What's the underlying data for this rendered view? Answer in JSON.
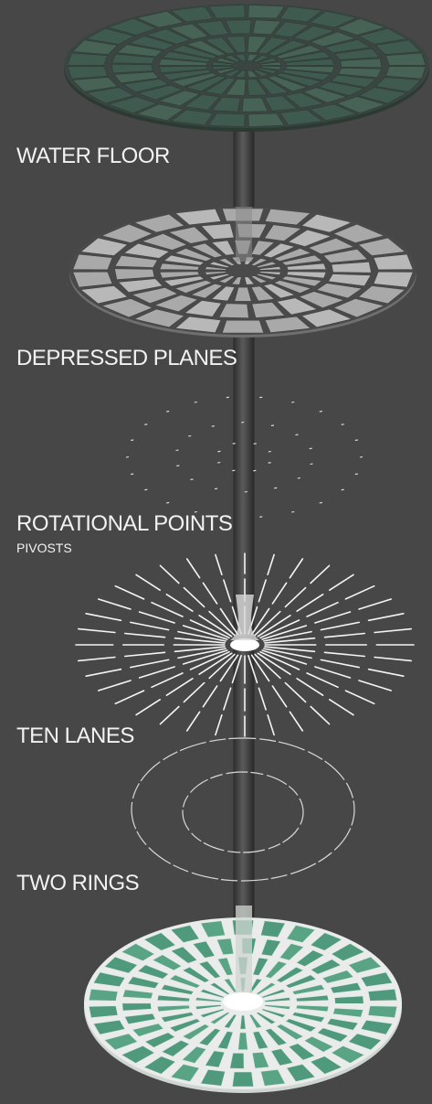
{
  "layers": [
    {
      "label": "WATER FLOOR"
    },
    {
      "label": "DEPRESSED PLANES"
    },
    {
      "label": "ROTATIONAL POINTS",
      "sublabel": "PIVOSTS"
    },
    {
      "label": "TEN LANES"
    },
    {
      "label": "TWO RINGS"
    }
  ],
  "colors": {
    "background": "#474747",
    "water_tile": "#3f5a4f",
    "plane_tile": "#a9a9a9",
    "base_tile": "#4f9a7c",
    "lane_white": "#f5f5f5",
    "text": "#f2f2f2"
  }
}
